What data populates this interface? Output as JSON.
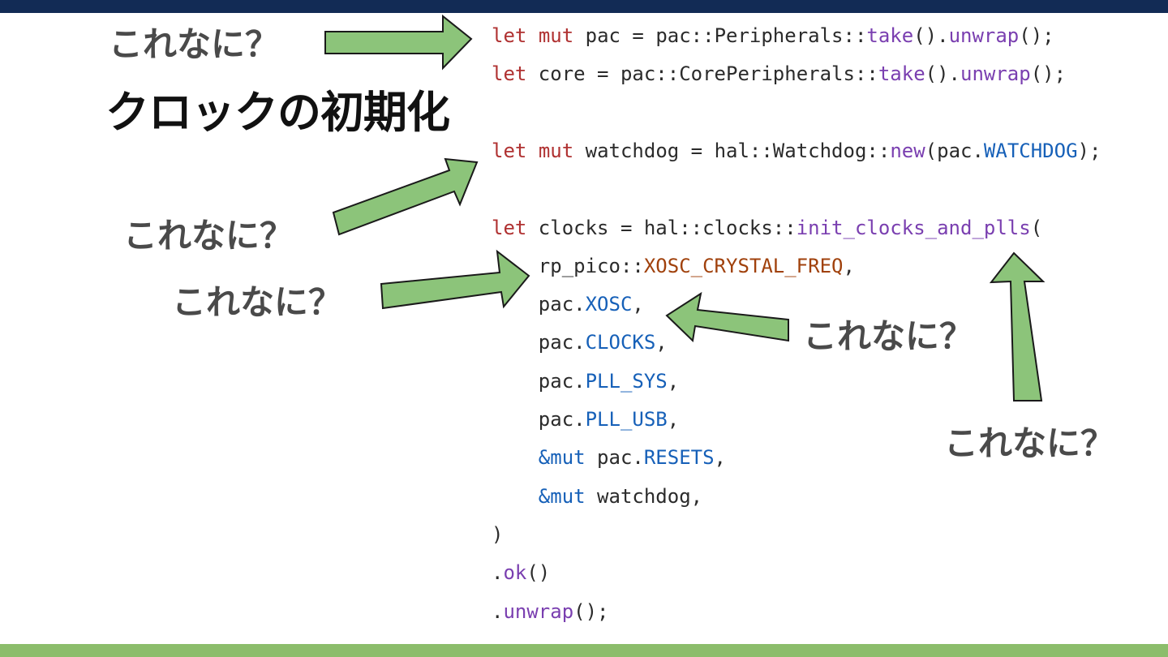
{
  "slide": {
    "title": "クロックの初期化",
    "annotations": [
      {
        "name": "annotation-1",
        "text": "これなに？"
      },
      {
        "name": "annotation-2",
        "text": "これなに？"
      },
      {
        "name": "annotation-3",
        "text": "これなに？"
      },
      {
        "name": "annotation-4",
        "text": "これなに？"
      },
      {
        "name": "annotation-5",
        "text": "これなに？"
      }
    ],
    "colors": {
      "top_bar": "#122b55",
      "bottom_bar": "#8cbd6b",
      "arrow_fill": "#8cc47a",
      "keyword": "#b03232",
      "function": "#7a3fb0",
      "constant": "#1660b8",
      "string_const": "#a0410c"
    }
  },
  "code": {
    "lines": [
      {
        "tokens": [
          {
            "t": "let",
            "c": "kw"
          },
          {
            "t": " "
          },
          {
            "t": "mut",
            "c": "kw"
          },
          {
            "t": " pac = pac::Peripherals::"
          },
          {
            "t": "take",
            "c": "fn"
          },
          {
            "t": "()."
          },
          {
            "t": "unwrap",
            "c": "fn"
          },
          {
            "t": "();"
          }
        ]
      },
      {
        "tokens": [
          {
            "t": "let",
            "c": "kw"
          },
          {
            "t": " core = pac::CorePeripherals::"
          },
          {
            "t": "take",
            "c": "fn"
          },
          {
            "t": "()."
          },
          {
            "t": "unwrap",
            "c": "fn"
          },
          {
            "t": "();"
          }
        ]
      },
      {
        "tokens": []
      },
      {
        "tokens": [
          {
            "t": "let",
            "c": "kw"
          },
          {
            "t": " "
          },
          {
            "t": "mut",
            "c": "kw"
          },
          {
            "t": " watchdog = hal::Watchdog::"
          },
          {
            "t": "new",
            "c": "fn"
          },
          {
            "t": "(pac."
          },
          {
            "t": "WATCHDOG",
            "c": "cn"
          },
          {
            "t": ");"
          }
        ]
      },
      {
        "tokens": []
      },
      {
        "tokens": [
          {
            "t": "let",
            "c": "kw"
          },
          {
            "t": " clocks = hal::clocks::"
          },
          {
            "t": "init_clocks_and_plls",
            "c": "fn"
          },
          {
            "t": "("
          }
        ]
      },
      {
        "tokens": [
          {
            "t": "    rp_pico::"
          },
          {
            "t": "XOSC_CRYSTAL_FREQ",
            "c": "st"
          },
          {
            "t": ","
          }
        ]
      },
      {
        "tokens": [
          {
            "t": "    pac."
          },
          {
            "t": "XOSC",
            "c": "cn"
          },
          {
            "t": ","
          }
        ]
      },
      {
        "tokens": [
          {
            "t": "    pac."
          },
          {
            "t": "CLOCKS",
            "c": "cn"
          },
          {
            "t": ","
          }
        ]
      },
      {
        "tokens": [
          {
            "t": "    pac."
          },
          {
            "t": "PLL_SYS",
            "c": "cn"
          },
          {
            "t": ","
          }
        ]
      },
      {
        "tokens": [
          {
            "t": "    pac."
          },
          {
            "t": "PLL_USB",
            "c": "cn"
          },
          {
            "t": ","
          }
        ]
      },
      {
        "tokens": [
          {
            "t": "    "
          },
          {
            "t": "&mut",
            "c": "cn"
          },
          {
            "t": " pac."
          },
          {
            "t": "RESETS",
            "c": "cn"
          },
          {
            "t": ","
          }
        ]
      },
      {
        "tokens": [
          {
            "t": "    "
          },
          {
            "t": "&mut",
            "c": "cn"
          },
          {
            "t": " watchdog,"
          }
        ]
      },
      {
        "tokens": [
          {
            "t": ")"
          }
        ]
      },
      {
        "tokens": [
          {
            "t": "."
          },
          {
            "t": "ok",
            "c": "fn"
          },
          {
            "t": "()"
          }
        ]
      },
      {
        "tokens": [
          {
            "t": "."
          },
          {
            "t": "unwrap",
            "c": "fn"
          },
          {
            "t": "();"
          }
        ]
      }
    ]
  }
}
